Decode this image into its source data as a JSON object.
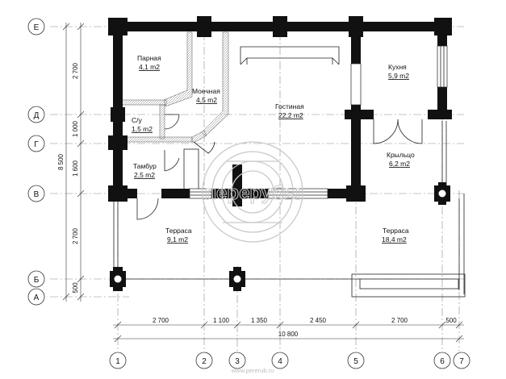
{
  "rooms": [
    {
      "name": "Парная",
      "area": "4,1 m2"
    },
    {
      "name": "Моечная",
      "area": "4,5 m2"
    },
    {
      "name": "С/у",
      "area": "1,5 m2"
    },
    {
      "name": "Тамбур",
      "area": "2,5 m2"
    },
    {
      "name": "Гостиная",
      "area": "22,2 m2"
    },
    {
      "name": "Кухня",
      "area": "5,9 m2"
    },
    {
      "name": "Крыльцо",
      "area": "6,2 m2"
    },
    {
      "name": "Терраса",
      "area": "9,1 m2"
    },
    {
      "name": "Терраса",
      "area": "18,4 m2"
    }
  ],
  "axes": {
    "horizontal": [
      "Е",
      "Д",
      "Г",
      "В",
      "Б",
      "А"
    ],
    "vertical": [
      "1",
      "2",
      "3",
      "4",
      "5",
      "6",
      "7"
    ]
  },
  "dimensions": {
    "left": [
      "2 700",
      "1 000",
      "1 600",
      "2 700",
      "500"
    ],
    "left_total": "8 500",
    "bottom": [
      "2 700",
      "1 100",
      "1 350",
      "2 450",
      "2 700",
      "500"
    ],
    "bottom_total": "10 800"
  },
  "watermark": {
    "text": "перерубы",
    "url": "www.pererub.ru"
  }
}
